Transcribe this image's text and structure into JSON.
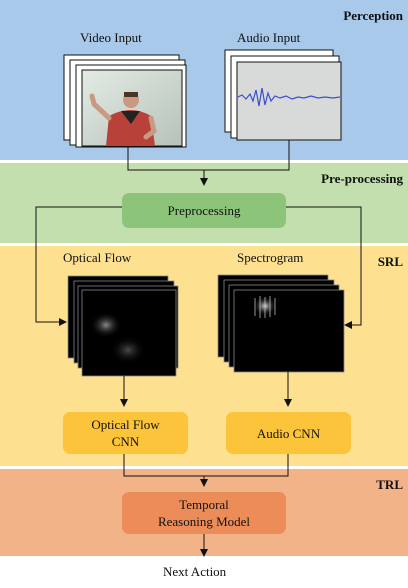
{
  "diagram": {
    "bands": {
      "perception": "Perception",
      "preprocessing": "Pre-processing",
      "srl": "SRL",
      "trl": "TRL"
    },
    "inputs": {
      "video": "Video Input",
      "audio": "Audio Input"
    },
    "features": {
      "optical_flow": "Optical Flow",
      "spectrogram": "Spectrogram"
    },
    "boxes": {
      "preprocessing": "Preprocessing",
      "optical_flow_cnn": [
        "Optical Flow",
        "CNN"
      ],
      "audio_cnn": "Audio CNN",
      "temporal_model": [
        "Temporal",
        "Reasoning Model"
      ]
    },
    "output": "Next Action",
    "colors": {
      "perception_band": "#a8c9ea",
      "preprocessing_band": "#c3dfae",
      "srl_band": "#fde090",
      "trl_band": "#f2b389",
      "preprocessing_box": "#8cc57a",
      "cnn_box": "#fcc43b",
      "temporal_box": "#ec8d59",
      "waveform": "#3a4fd0"
    }
  }
}
